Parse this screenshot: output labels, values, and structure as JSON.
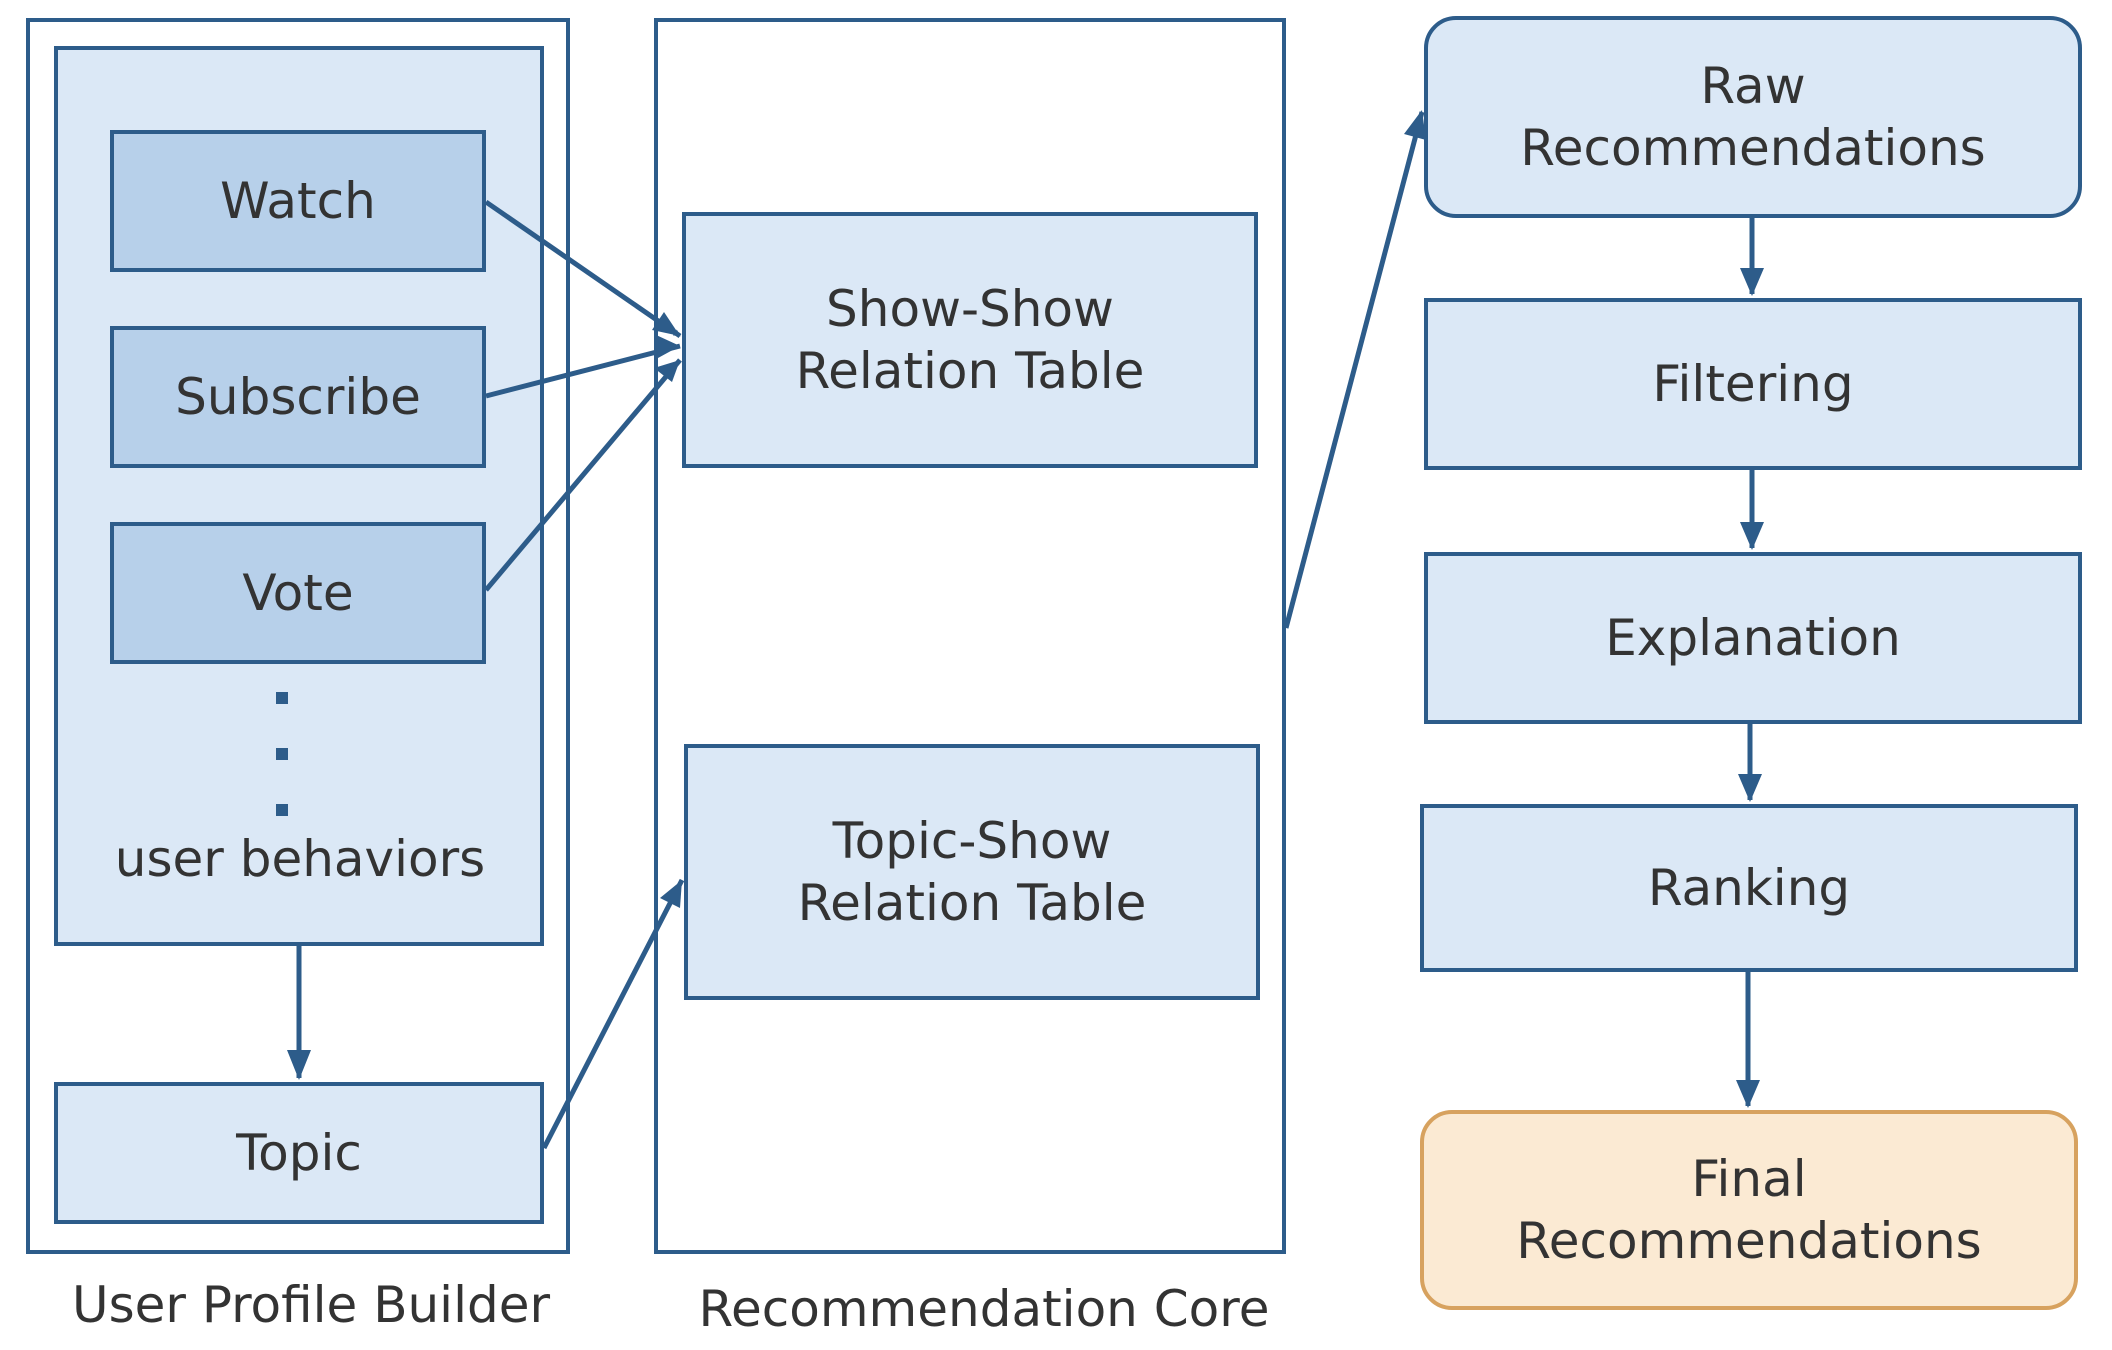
{
  "user_profile_builder": {
    "caption": "User Profile Builder",
    "behaviors": [
      "Watch",
      "Subscribe",
      "Vote"
    ],
    "behaviors_label": "user behaviors",
    "topic": "Topic"
  },
  "recommendation_core": {
    "caption": "Recommendation Core",
    "show_show": "Show-Show\nRelation Table",
    "topic_show": "Topic-Show\nRelation Table"
  },
  "pipeline": {
    "raw": "Raw\nRecommendations",
    "filtering": "Filtering",
    "explanation": "Explanation",
    "ranking": "Ranking",
    "final": "Final\nRecommendations"
  },
  "colors": {
    "border": "#2d5c8a",
    "light_fill": "#dbe8f6",
    "dark_fill": "#b7d0ea",
    "final_fill": "#fbead3",
    "final_border": "#d7a25f"
  }
}
